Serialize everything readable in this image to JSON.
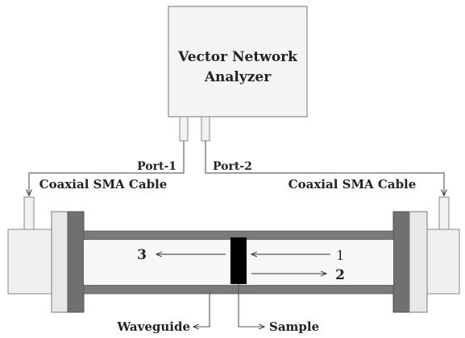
{
  "analyzer": {
    "line1": "Vector Network",
    "line2": "Analyzer"
  },
  "ports": {
    "port1": "Port-1",
    "port2": "Port-2"
  },
  "cables": {
    "left": "Coaxial SMA Cable",
    "right": "Coaxial SMA Cable"
  },
  "waves": {
    "w1": "1",
    "w2": "2",
    "w3": "3"
  },
  "labels": {
    "waveguide": "Waveguide",
    "sample": "Sample"
  }
}
